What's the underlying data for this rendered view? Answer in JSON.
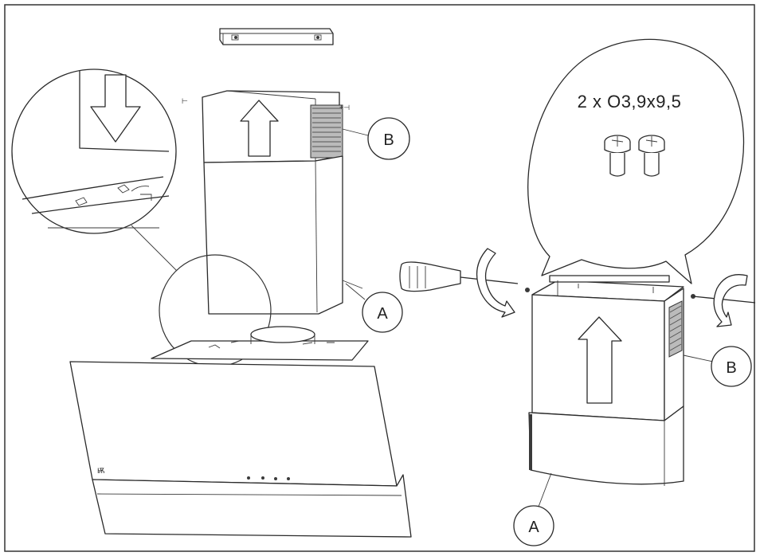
{
  "labels": {
    "callout_b_left": "B",
    "callout_a_left": "A",
    "callout_b_right": "B",
    "callout_a_right": "A"
  },
  "screw_spec": "2 x O3,9x9,5",
  "colors": {
    "line": "#2a2a2a",
    "background": "#ffffff",
    "frame": "#333333"
  },
  "icons": {
    "rotate_left": "rotate-arrow-icon",
    "rotate_right": "rotate-arrow-icon",
    "up_arrow": "up-arrow-icon",
    "down_arrow": "down-arrow-icon",
    "screwdriver": "screwdriver-icon",
    "screw": "screw-icon"
  }
}
